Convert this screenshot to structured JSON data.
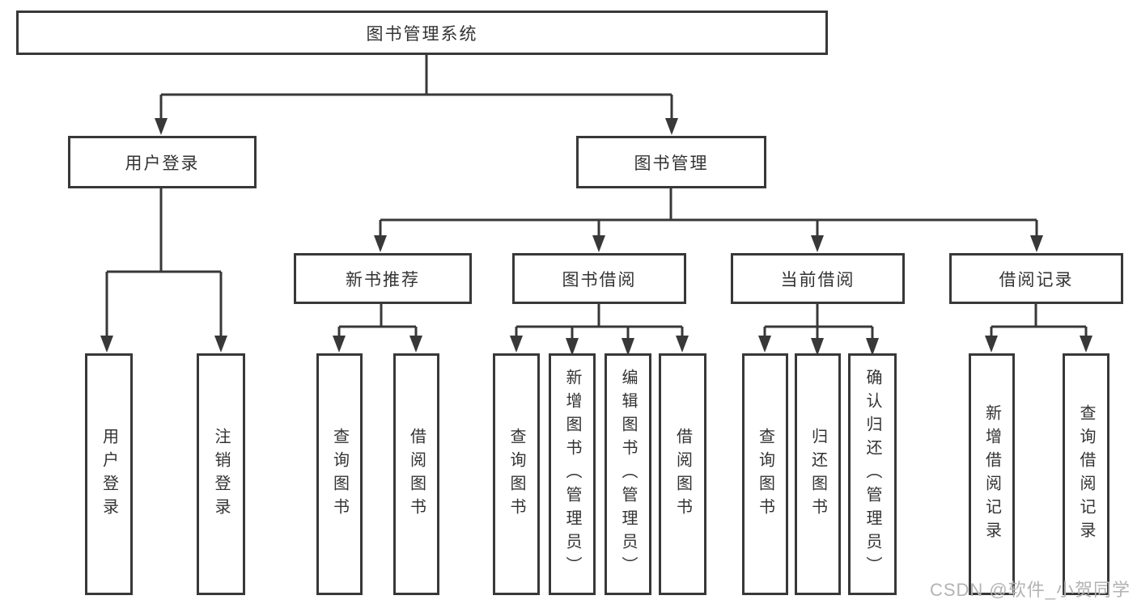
{
  "diagram": {
    "title": "图书管理系统",
    "root": {
      "label": "图书管理系统"
    },
    "level1": [
      {
        "id": "user-login",
        "label": "用户登录"
      },
      {
        "id": "book-management",
        "label": "图书管理"
      }
    ],
    "level2": [
      {
        "id": "new-book-recommend",
        "label": "新书推荐",
        "parent": "book-management"
      },
      {
        "id": "book-borrow",
        "label": "图书借阅",
        "parent": "book-management"
      },
      {
        "id": "current-borrow",
        "label": "当前借阅",
        "parent": "book-management"
      },
      {
        "id": "borrow-records",
        "label": "借阅记录",
        "parent": "book-management"
      }
    ],
    "leaves": [
      {
        "id": "leaf-user-login",
        "label": "用户登录",
        "parent": "user-login"
      },
      {
        "id": "leaf-logout",
        "label": "注销登录",
        "parent": "user-login"
      },
      {
        "id": "leaf-query-book-1",
        "label": "查询图书",
        "parent": "new-book-recommend"
      },
      {
        "id": "leaf-borrow-book-1",
        "label": "借阅图书",
        "parent": "new-book-recommend"
      },
      {
        "id": "leaf-query-book-2",
        "label": "查询图书",
        "parent": "book-borrow"
      },
      {
        "id": "leaf-add-book",
        "label": "新增图书（管理员）",
        "parent": "book-borrow"
      },
      {
        "id": "leaf-edit-book",
        "label": "编辑图书（管理员）",
        "parent": "book-borrow"
      },
      {
        "id": "leaf-borrow-book-2",
        "label": "借阅图书",
        "parent": "book-borrow"
      },
      {
        "id": "leaf-query-book-3",
        "label": "查询图书",
        "parent": "current-borrow"
      },
      {
        "id": "leaf-return-book",
        "label": "归还图书",
        "parent": "current-borrow"
      },
      {
        "id": "leaf-confirm-return",
        "label": "确认归还（管理员）",
        "parent": "current-borrow"
      },
      {
        "id": "leaf-add-borrow-record",
        "label": "新增借阅记录",
        "parent": "borrow-records"
      },
      {
        "id": "leaf-query-borrow-record",
        "label": "查询借阅记录",
        "parent": "borrow-records"
      }
    ]
  },
  "watermark": {
    "text": "CSDN @软件_小贺同学"
  },
  "colors": {
    "line": "#383838",
    "text": "#333333",
    "watermark": "#b3b3b3",
    "background": "#ffffff"
  }
}
